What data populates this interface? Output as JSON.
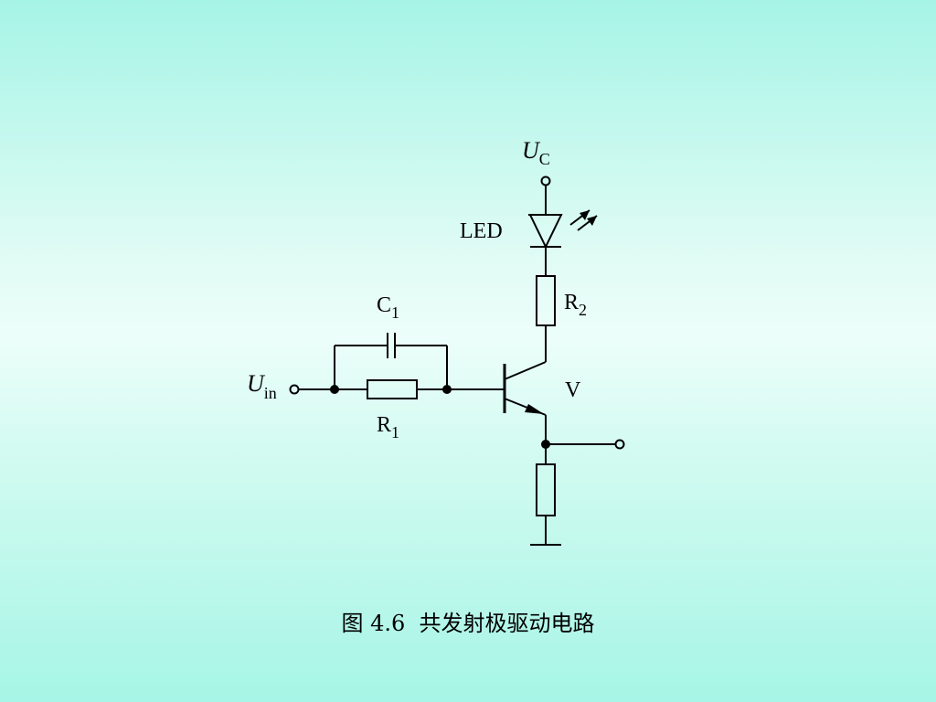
{
  "diagram": {
    "labels": {
      "supply_symbol": "U",
      "supply_sub": "C",
      "led": "LED",
      "r2_symbol": "R",
      "r2_sub": "2",
      "c1_symbol": "C",
      "c1_sub": "1",
      "input_symbol": "U",
      "input_sub": "in",
      "r1_symbol": "R",
      "r1_sub": "1",
      "transistor": "V"
    },
    "components": [
      "supply-terminal",
      "led",
      "r2",
      "transistor",
      "emitter-resistor",
      "ground",
      "input-terminal",
      "c1",
      "r1",
      "output-terminal"
    ]
  },
  "caption": "图 4.6  共发射极驱动电路"
}
